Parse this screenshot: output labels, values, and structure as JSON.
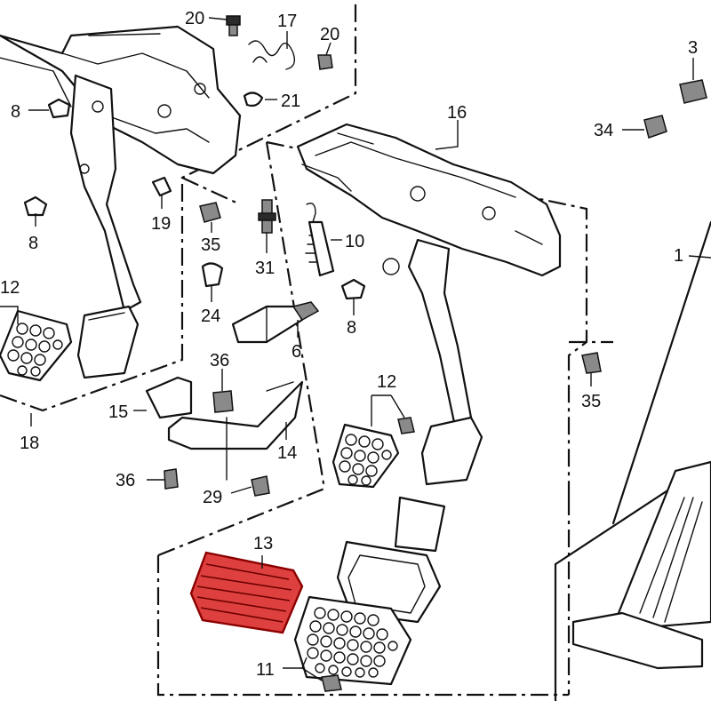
{
  "diagram": {
    "highlight_color": "#d81f1f",
    "callouts": {
      "c20a": "20",
      "c17": "17",
      "c20b": "20",
      "c21": "21",
      "c8a": "8",
      "c8b": "8",
      "c19": "19",
      "c35a": "35",
      "c31": "31",
      "c10": "10",
      "c16": "16",
      "c3": "3",
      "c34": "34",
      "c1": "1",
      "c12a": "12",
      "c24": "24",
      "c8c": "8",
      "c6": "6",
      "c36a": "36",
      "c15": "15",
      "c12b": "12",
      "c35b": "35",
      "c18": "18",
      "c14": "14",
      "c36b": "36",
      "c29": "29",
      "c13": "13",
      "c11": "11"
    }
  }
}
